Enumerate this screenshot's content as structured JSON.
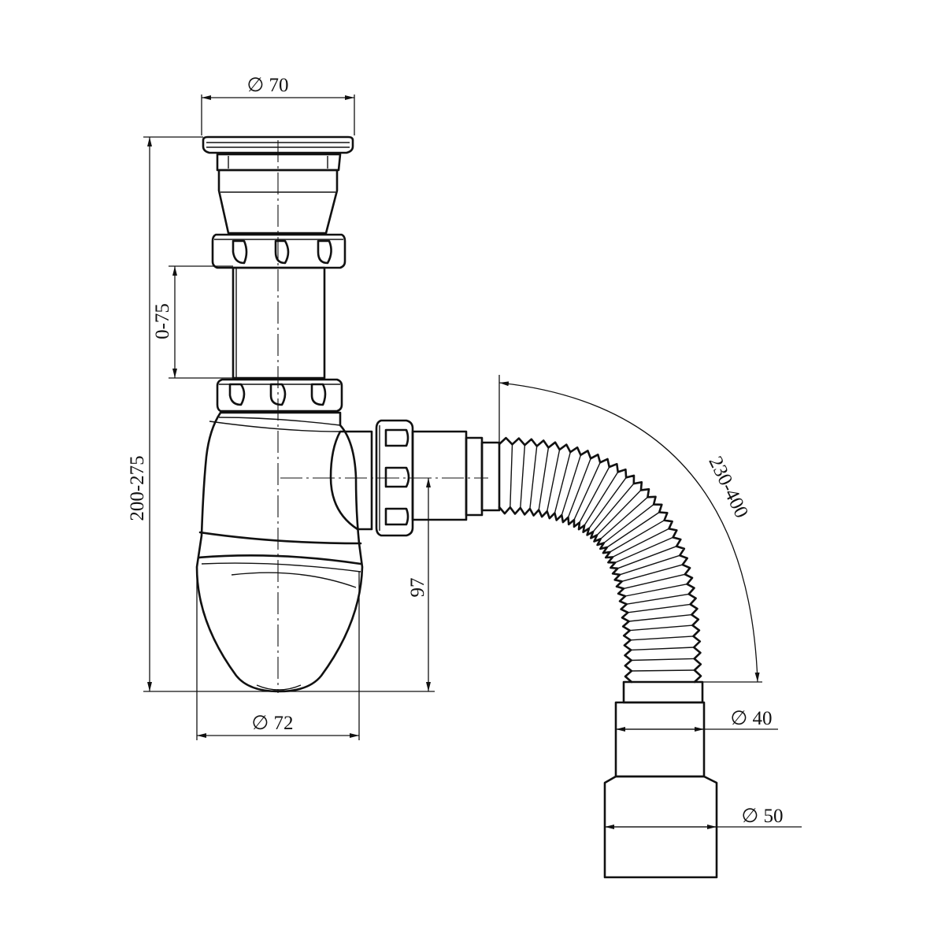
{
  "dimensions": {
    "top_diameter": "70",
    "bottom_diameter": "72",
    "adjust_range": "0-75",
    "total_height": "200-275",
    "outlet_height": "97",
    "hose_length": "230-400",
    "outlet_diameter_small": "40",
    "outlet_diameter_large": "50"
  },
  "symbols": {
    "diameter": "∅"
  },
  "colors": {
    "line": "#111111",
    "background": "#ffffff"
  }
}
